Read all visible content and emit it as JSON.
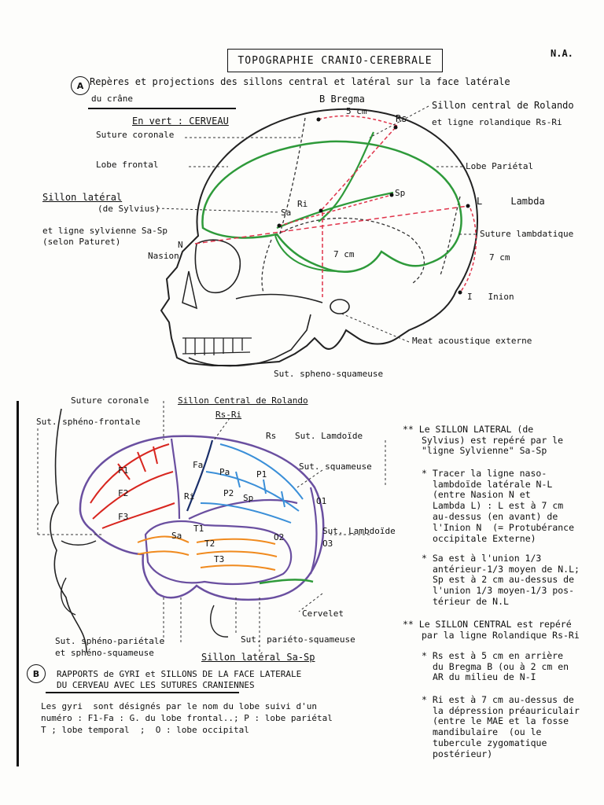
{
  "header": {
    "author": "N.A.",
    "title": "TOPOGRAPHIE CRANIO-CEREBRALE"
  },
  "sectionA": {
    "badge": "A",
    "title_line1": "Repères et projections des sillons central et latéral sur la face latérale",
    "title_line2": "du crâne",
    "legend": "En vert : CERVEAU",
    "labels": {
      "bregma": "B Bregma",
      "five_cm": "5 cm",
      "rs": "Rs",
      "rolando_line1": "Sillon central de Rolando",
      "rolando_line2": "et ligne rolandique Rs-Ri",
      "suture_coronale": "Suture coronale",
      "lobe_frontal": "Lobe frontal",
      "lobe_parietal": "Lobe Pariétal",
      "sillon_lateral": "Sillon latéral",
      "de_sylvius": "(de Sylvius)",
      "sp": "Sp",
      "ri": "Ri",
      "sa": "Sa",
      "l_lambda": "L     Lambda",
      "ligne_sylvienne_1": "et ligne sylvienne Sa-Sp",
      "ligne_sylvienne_2": "(selon Paturet)",
      "n": "N",
      "nasion": "Nasion",
      "suture_lambdatique": "Suture lambdatique",
      "seven_cm_a": "7 cm",
      "seven_cm_b": "7 cm",
      "inion": "I   Inion",
      "meat": "Meat acoustique externe",
      "spheno_squameuse": "Sut. spheno-squameuse"
    }
  },
  "sectionB_figure": {
    "labels": {
      "suture_coronale": "Suture coronale",
      "sillon_central": "Sillon Central de Rolando",
      "rs_ri": "Rs-Ri",
      "spheno_frontale": "Sut. sphéno-frontale",
      "rs": "Rs",
      "lamdoide": "Sut. Lamdoïde",
      "squameuse": "Sut. squameuse",
      "f1": "F1",
      "f2": "F2",
      "f3": "F3",
      "fa": "Fa",
      "pa": "Pa",
      "p1": "P1",
      "p2": "P2",
      "sp": "Sp",
      "ri": "Ri",
      "sa": "Sa",
      "t1": "T1",
      "t2": "T2",
      "t3": "T3",
      "o1": "O1",
      "o2": "O2",
      "o3": "O3",
      "lambdoide": "Sut. Lambdoïde",
      "cervelet": "Cervelet",
      "spheno_parietale_1": "Sut. sphéno-pariétale",
      "spheno_parietale_2": "et sphéno-squameuse",
      "parieto_squameuse": "Sut. pariéto-squameuse",
      "sillon_lateral": "Sillon latéral Sa-Sp"
    }
  },
  "notes": {
    "lateral_1": "** Le SILLON LATERAL (de",
    "lateral_2": "Sylvius) est repéré par le",
    "lateral_3": "\"ligne Sylvienne\" Sa-Sp",
    "b1_1": "* Tracer la ligne naso-",
    "b1_2": "lambdoïde latérale N-L",
    "b1_3": "(entre Nasion N et",
    "b1_4": "Lambda L) : L est à 7 cm",
    "b1_5": "au-dessus (en avant) de",
    "b1_6": "l'Inion N  (= Protubérance",
    "b1_7": "occipitale Externe)",
    "b2_1": "* Sa est à l'union 1/3",
    "b2_2": "antérieur-1/3 moyen de N.L;",
    "b2_3": "Sp est à 2 cm au-dessus de",
    "b2_4": "l'union 1/3 moyen-1/3 pos-",
    "b2_5": "térieur de N.L",
    "central_1": "** Le SILLON CENTRAL est repéré",
    "central_2": "par la ligne Rolandique Rs-Ri",
    "c1_1": "* Rs est à 5 cm en arrière",
    "c1_2": "du Bregma B (ou à 2 cm en",
    "c1_3": "AR du milieu de N-I",
    "c2_1": "* Ri est à 7 cm au-dessus de",
    "c2_2": "la dépression préauriculair",
    "c2_3": "(entre le MAE et la fosse",
    "c2_4": "mandibulaire  (ou le",
    "c2_5": "tubercule zygomatique",
    "c2_6": "postérieur)"
  },
  "sectionB": {
    "badge": "B",
    "title_line1": "RAPPORTS de GYRI et SILLONS DE LA FACE LATERALE",
    "title_line2": "DU CERVEAU AVEC LES SUTURES CRANIENNES",
    "desc_1": "Les gyri  sont désignés par le nom du lobe suivi d'un",
    "desc_2": "numéro : F1-Fa : G. du lobe frontal..; P : lobe pariétal",
    "desc_3": "T ; lobe temporal  ;  O : lobe occipital"
  },
  "colors": {
    "brain_green": "#2e9a3a",
    "line_red": "#e0334a",
    "frontal_red": "#d8261f",
    "parietal_blue": "#3a8fd8",
    "temporal_orange": "#f08a1e",
    "suture_purple": "#6a4fa0"
  }
}
